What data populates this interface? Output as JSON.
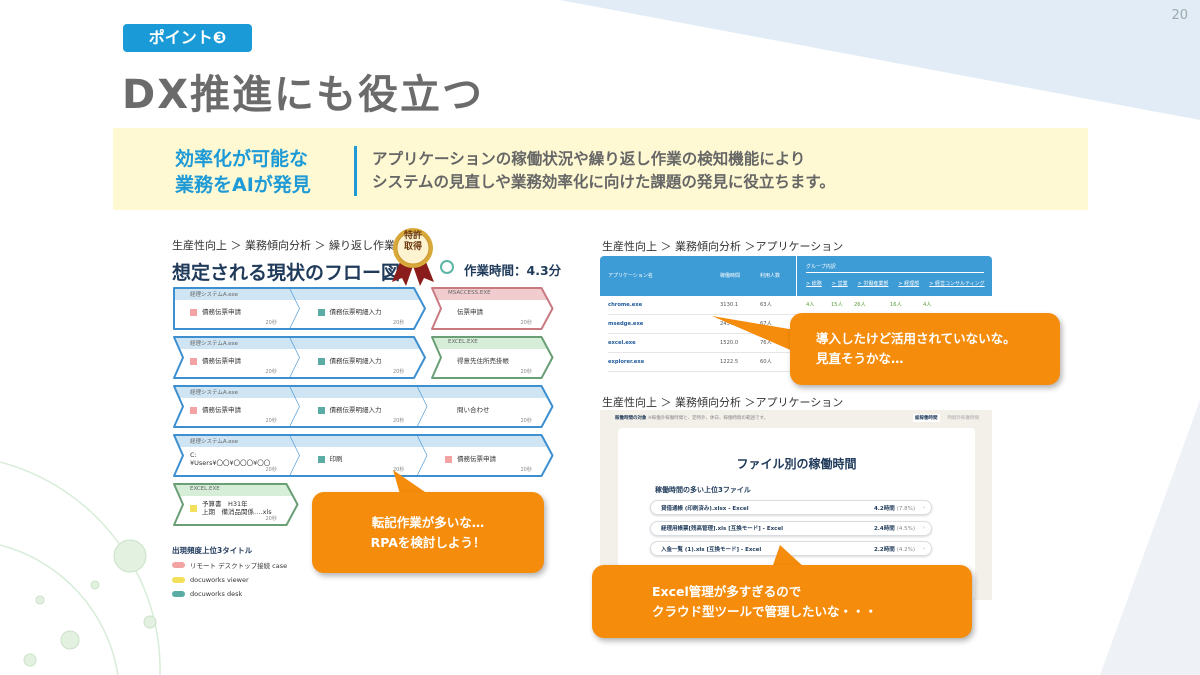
{
  "page_number": "20",
  "badge": "ポイント❸",
  "title": "DX推進にも役立つ",
  "band": {
    "left_line1": "効率化が可能な",
    "left_line2": "業務をAIが発見",
    "right_line1": "アプリケーションの稼働状況や繰り返し作業の検知機能により",
    "right_line2": "システムの見直しや業務効率化に向けた課題の発見に役立ちます。"
  },
  "colors": {
    "accent": "#1a9ad6",
    "callout": "#f68c0b",
    "band": "#fef9d3",
    "pink": "#f4a3a5",
    "teal": "#5aaca5",
    "yellow": "#f2e05a"
  },
  "flow": {
    "breadcrumb": "生産性向上 ＞ 業務傾向分析 ＞ 繰り返し作業",
    "heading": "想定される現状のフロー図",
    "medal_text": "特許取得",
    "work_time": "作業時間：4.3分",
    "rows": [
      {
        "shapes": [
          {
            "app": "経理システムA.exe",
            "theme": "blue",
            "steps": [
              {
                "label": "債務伝票申請",
                "marker": "pink",
                "time": "20秒"
              },
              {
                "label": "債務伝票明細入力",
                "marker": "teal",
                "time": "20秒"
              }
            ]
          },
          {
            "app": "MSACCESS.EXE",
            "theme": "red",
            "steps": [
              {
                "label": "伝票申請",
                "marker": "",
                "time": "20秒"
              }
            ]
          }
        ]
      },
      {
        "shapes": [
          {
            "app": "経理システムA.exe",
            "theme": "blue",
            "steps": [
              {
                "label": "債務伝票申請",
                "marker": "pink",
                "time": "20秒"
              },
              {
                "label": "債務伝票明細入力",
                "marker": "teal",
                "time": "20秒"
              }
            ]
          },
          {
            "app": "EXCEL.EXE",
            "theme": "green",
            "steps": [
              {
                "label": "得意先住所売掛帳",
                "marker": "",
                "time": "20秒"
              }
            ]
          }
        ]
      },
      {
        "shapes": [
          {
            "app": "経理システムA.exe",
            "theme": "blue",
            "steps": [
              {
                "label": "債務伝票申請",
                "marker": "pink",
                "time": "20秒"
              },
              {
                "label": "債務伝票明細入力",
                "marker": "teal",
                "time": "20秒"
              },
              {
                "label": "問い合わせ",
                "marker": "",
                "time": "20秒"
              }
            ]
          }
        ]
      },
      {
        "shapes": [
          {
            "app": "経理システムA.exe",
            "theme": "blue",
            "steps": [
              {
                "label": "C:\n¥Users¥〇〇¥〇〇〇¥〇〇",
                "marker": "",
                "time": "20秒"
              },
              {
                "label": "印刷",
                "marker": "teal",
                "time": "20秒"
              },
              {
                "label": "債務伝票申請",
                "marker": "pink",
                "time": "20秒"
              }
            ]
          }
        ]
      },
      {
        "shapes": [
          {
            "app": "EXCEL.EXE",
            "theme": "green",
            "steps": [
              {
                "label": "予算書　H31年\n上期　備消品関係….xls",
                "marker": "yellow",
                "time": "20秒"
              }
            ]
          }
        ]
      }
    ],
    "legend_title": "出現頻度上位3タイトル",
    "legend": [
      {
        "label": "リモート デスクトップ接続 case",
        "color": "#f4a3a5"
      },
      {
        "label": "docuworks viewer",
        "color": "#f2e05a"
      },
      {
        "label": "docuworks desk",
        "color": "#5aaca5"
      }
    ],
    "callout": [
      "転記作業が多いな…",
      "RPAを検討しよう！"
    ]
  },
  "apps": {
    "breadcrumb": "生産性向上 ＞ 業務傾向分析 ＞アプリケーション",
    "headers": {
      "name": "アプリケーション名",
      "time": "稼働時間",
      "users": "利用人数",
      "group": "グループ内訳"
    },
    "groups": [
      "総務",
      "営業",
      "労働産業部",
      "経理部",
      "経営コンサルティング"
    ],
    "rows": [
      {
        "name": "chrome.exe",
        "time": "3130.1",
        "users": "63人",
        "groups": [
          "4人",
          "15人",
          "26人",
          "16人",
          "4人"
        ]
      },
      {
        "name": "msedge.exe",
        "time": "2457.0",
        "users": "67人"
      },
      {
        "name": "excel.exe",
        "time": "1520.0",
        "users": "76人"
      },
      {
        "name": "explorer.exe",
        "time": "1222.5",
        "users": "60人"
      }
    ],
    "callout": [
      "導入したけど活用されていないな。",
      "見直そうかな…"
    ]
  },
  "files": {
    "breadcrumb": "生産性向上 ＞ 業務傾向分析 ＞アプリケーション",
    "note_label": "稼働時間の対象",
    "note": "※稼働外稼働時間と、定時外、休日、稼働時間の範囲です。",
    "tabs": [
      "総稼働時間",
      "時間外稼働時間"
    ],
    "title": "ファイル別の稼働時間",
    "subtitle": "稼働時間の多い上位3ファイル",
    "items": [
      {
        "name": "貸借通帳 (印刷済み).xlsx - Excel",
        "value": "4.2時間",
        "pct": "(7.8%)"
      },
      {
        "name": "経理用帳票[残高管理].xls [互換モード] - Excel",
        "value": "2.4時間",
        "pct": "(4.5%)"
      },
      {
        "name": "入金一覧 (1).xls [互換モード] - Excel",
        "value": "2.2時間",
        "pct": "(4.2%)"
      }
    ],
    "callout": [
      "Excel管理が多すぎるので",
      "クラウド型ツールで管理したいな・・・"
    ]
  }
}
